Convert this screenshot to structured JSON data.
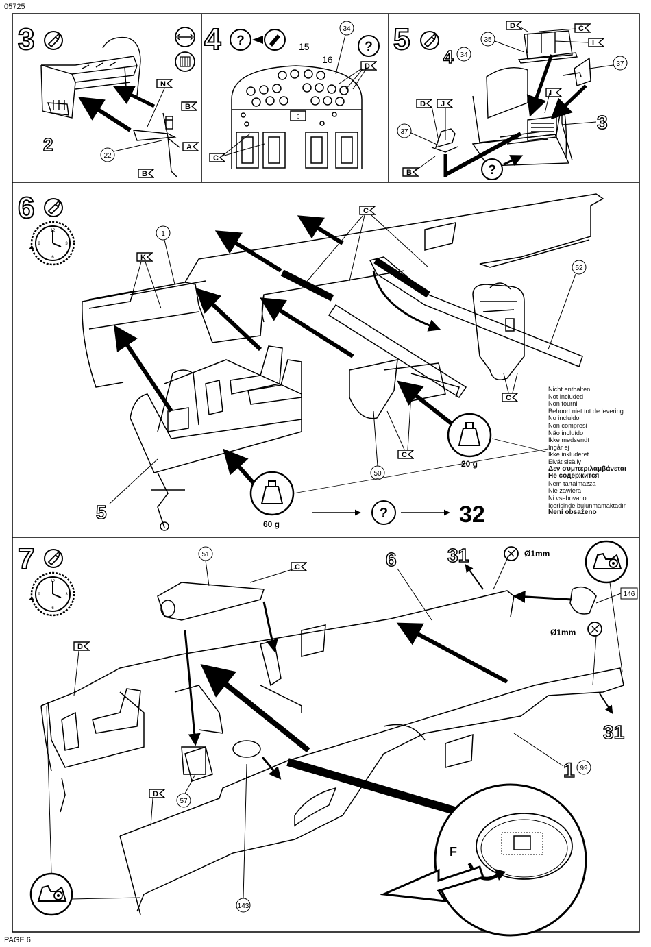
{
  "header": {
    "doc_code": "05725"
  },
  "footer": {
    "page_label": "PAGE 6"
  },
  "steps": [
    {
      "number": "3",
      "parts": [
        "22"
      ],
      "subassembly": "2",
      "callouts": [
        "N",
        "B",
        "A",
        "B"
      ]
    },
    {
      "number": "4",
      "parts": [
        "34",
        "15",
        "16"
      ],
      "callouts": [
        "D",
        "C"
      ],
      "gauge_label": "6"
    },
    {
      "number": "5",
      "parts": [
        "35",
        "34",
        "37",
        "37"
      ],
      "subassembly_in": "4",
      "subassembly_out": "3",
      "callouts": [
        "D",
        "C",
        "I",
        "D",
        "J",
        "I",
        "B"
      ]
    },
    {
      "number": "6",
      "parts": [
        "1",
        "52",
        "50"
      ],
      "subassembly": "5",
      "callouts": [
        "K",
        "C",
        "C",
        "C"
      ],
      "weights": [
        "20 g",
        "60 g"
      ],
      "next_step": "32"
    },
    {
      "number": "7",
      "parts": [
        "51",
        "57",
        "146",
        "143",
        "143",
        "99"
      ],
      "callouts": [
        "C",
        "D",
        "D"
      ],
      "refs": [
        "6",
        "31",
        "31",
        "1"
      ],
      "drill": [
        "Ø1mm",
        "Ø1mm"
      ],
      "flip_label": "F"
    }
  ],
  "not_included": [
    "Nicht enthalten",
    "Not included",
    "Non fourni",
    "Behoort niet tot de levering",
    "No incluido",
    "Non compresi",
    "Não incluído",
    "Ikke medsendt",
    "Ingår ej",
    "Ikke inkluderet",
    "Eivät sisälly",
    "Δεν συμπεριλαμβάνεται",
    "Не содержится",
    "Nem tartalmazza",
    "Nie zawiera",
    "Ni vsebovano",
    "Içerisinde bulunmamaktadır",
    "Není obsaženo"
  ],
  "icons": [
    "glue-tube-icon",
    "mirror-both-sides-icon",
    "decal-icon",
    "question-icon",
    "clock-icon",
    "weight-icon",
    "drill-icon",
    "paint-icon"
  ]
}
